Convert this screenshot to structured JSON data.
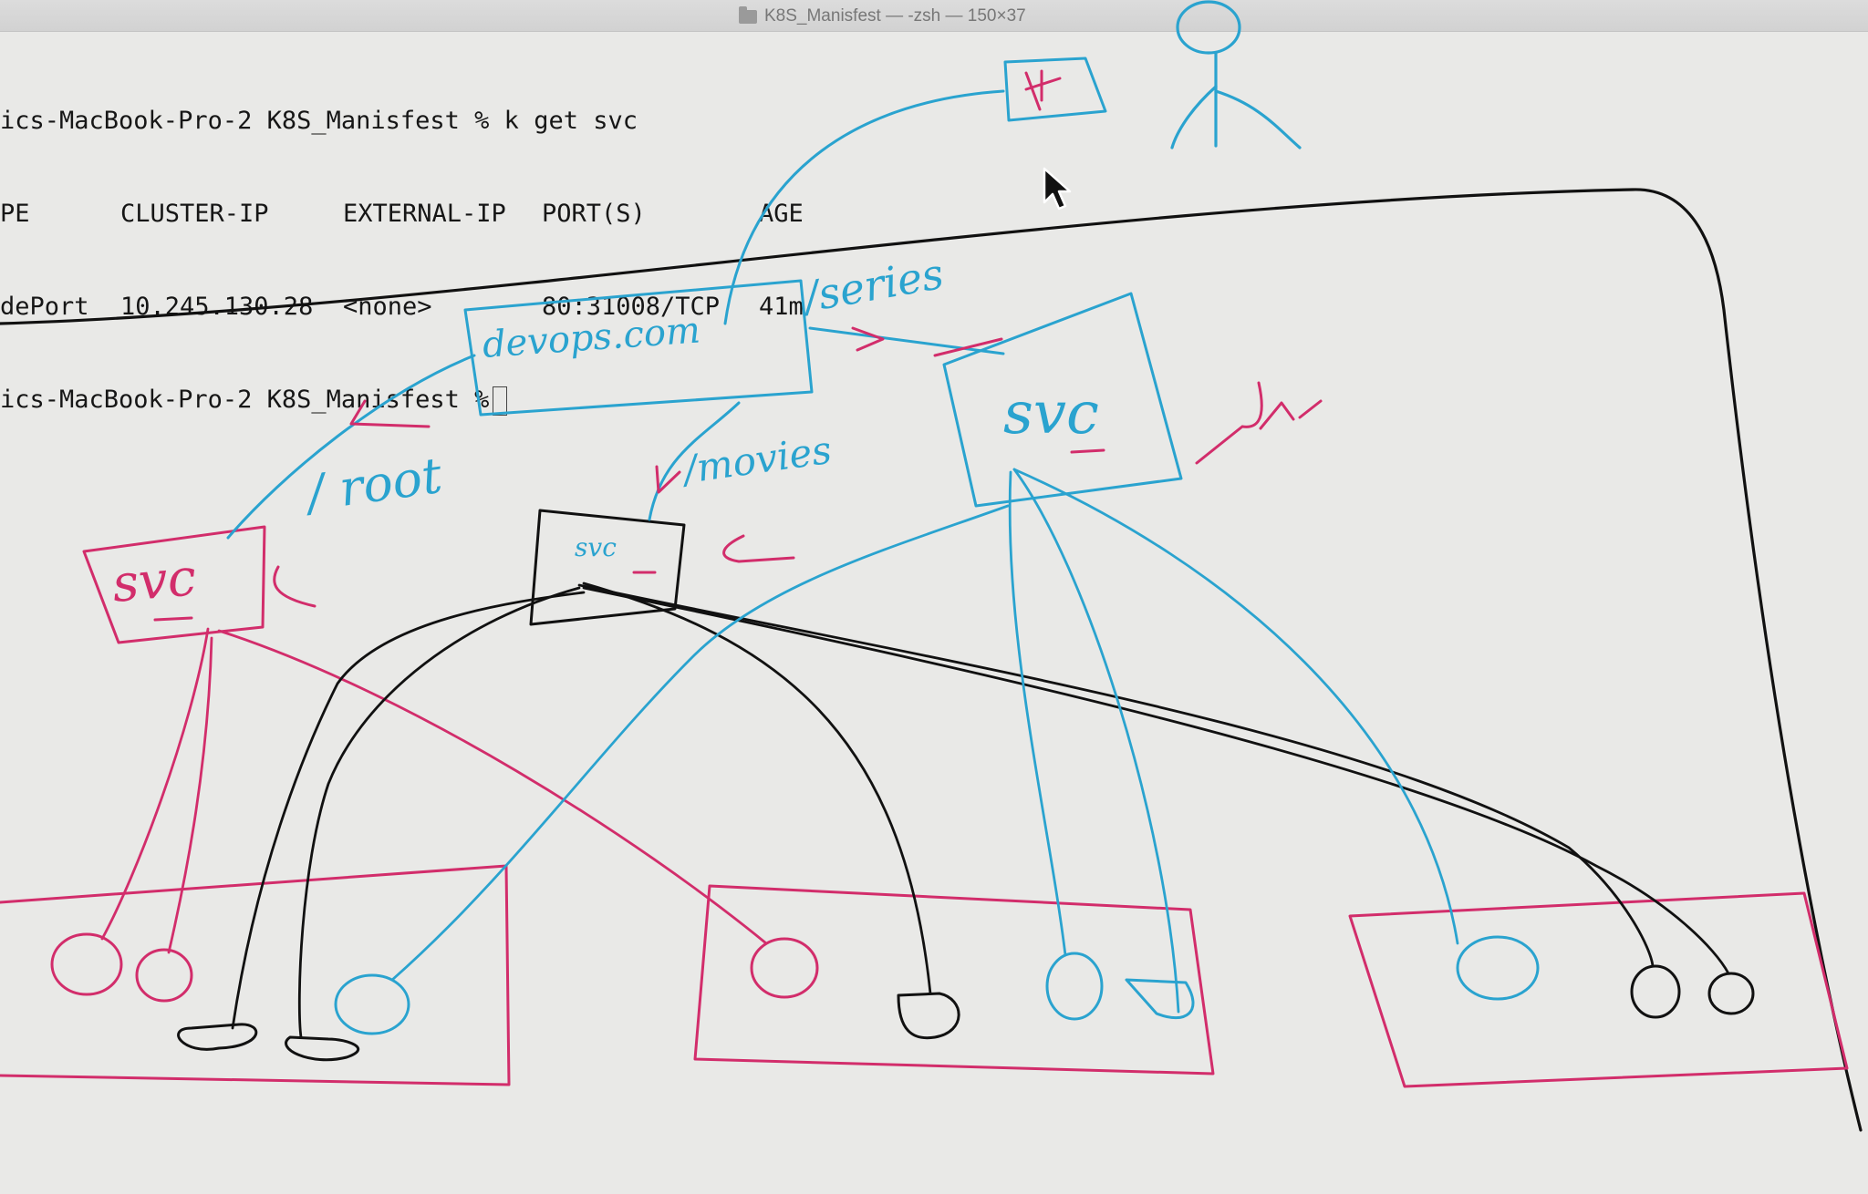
{
  "window": {
    "title": "K8S_Manisfest — -zsh — 150×37"
  },
  "terminal": {
    "prompt_line_1": "ics-MacBook-Pro-2 K8S_Manisfest % k get svc",
    "header": [
      "PE",
      "CLUSTER-IP",
      "EXTERNAL-IP",
      "PORT(S)",
      "AGE"
    ],
    "row": [
      "dePort",
      "10.245.130.28",
      "<none>",
      "80:31008/TCP",
      "41m"
    ],
    "prompt_line_2": "ics-MacBook-Pro-2 K8S_Manisfest %"
  },
  "sketch": {
    "ingress_label": "devops.com",
    "path_root": "/ root",
    "path_movies": "/movies",
    "path_series": "/series",
    "svc_left": "svc",
    "svc_middle": "svc",
    "svc_right": "svc",
    "colors": {
      "outline": "#111111",
      "cyan": "#2aa3cf",
      "magenta": "#d22d6b"
    }
  }
}
